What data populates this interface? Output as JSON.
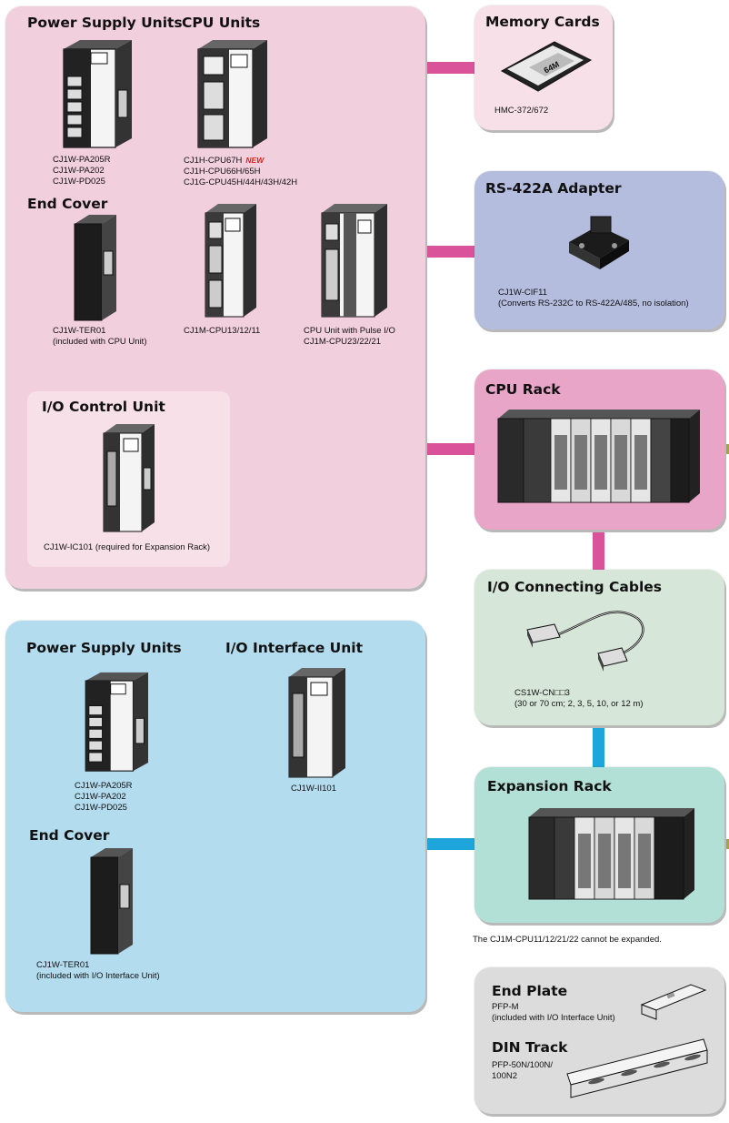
{
  "colors": {
    "pink_panel": "#f2cfdc",
    "pink_panel_light": "#f7e0e8",
    "pink_connector": "#d9529a",
    "blue_panel": "#b3dcef",
    "cyan_connector": "#1ea6dc",
    "lavender_panel": "#b5bddf",
    "mint_panel": "#d6e6d8",
    "teal_panel": "#b3e0d6",
    "grey_panel": "#dcdcdc",
    "olive_stub": "#a7a24a"
  },
  "cpu_section": {
    "power_supply": {
      "heading": "Power Supply Units",
      "models": [
        "CJ1W-PA205R",
        "CJ1W-PA202",
        "CJ1W-PD025"
      ]
    },
    "cpu_units": {
      "heading": "CPU Units",
      "models": [
        "CJ1H-CPU67H",
        "CJ1H-CPU66H/65H",
        "CJ1G-CPU45H/44H/43H/42H"
      ],
      "new_badge": "NEW"
    },
    "end_cover": {
      "heading": "End Cover",
      "lines": [
        "CJ1W-TER01",
        "(included with CPU Unit)"
      ]
    },
    "cj1m": {
      "lines": [
        "CJ1M-CPU13/12/11"
      ]
    },
    "cj1m_pulse": {
      "lines": [
        "CPU Unit with Pulse I/O",
        "CJ1M-CPU23/22/21"
      ]
    },
    "io_control": {
      "heading": "I/O Control Unit",
      "label": "CJ1W-IC101 (required for Expansion Rack)"
    }
  },
  "expansion_section": {
    "power_supply": {
      "heading": "Power Supply Units",
      "models": [
        "CJ1W-PA205R",
        "CJ1W-PA202",
        "CJ1W-PD025"
      ]
    },
    "io_interface": {
      "heading": "I/O Interface Unit",
      "model": "CJ1W-II101"
    },
    "end_cover": {
      "heading": "End Cover",
      "lines": [
        "CJ1W-TER01",
        "(included with I/O Interface Unit)"
      ]
    }
  },
  "right_column": {
    "memory_cards": {
      "heading": "Memory Cards",
      "model": "HMC-372/672",
      "card_text": "64M"
    },
    "rs422": {
      "heading": "RS-422A Adapter",
      "lines": [
        "CJ1W-CIF11",
        "(Converts RS-232C to RS-422A/485, no isolation)"
      ]
    },
    "cpu_rack": {
      "heading": "CPU Rack"
    },
    "io_cables": {
      "heading": "I/O Connecting Cables",
      "lines": [
        "CS1W-CN□□3",
        "(30 or 70 cm; 2, 3, 5, 10, or 12 m)"
      ]
    },
    "expansion_rack": {
      "heading": "Expansion Rack",
      "note": "The CJ1M-CPU11/12/21/22 cannot be expanded."
    },
    "end_plate": {
      "heading": "End Plate",
      "lines": [
        "PFP-M",
        "(included with I/O Interface Unit)"
      ]
    },
    "din_track": {
      "heading": "DIN Track",
      "lines": [
        "PFP-50N/100N/",
        "100N2"
      ]
    }
  }
}
